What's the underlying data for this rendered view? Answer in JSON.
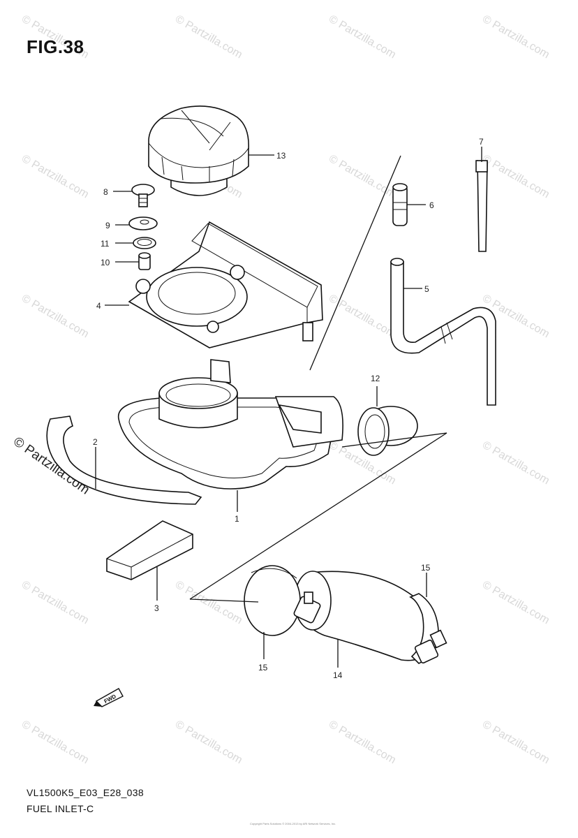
{
  "figure": {
    "title": "FIG.38",
    "model_code": "VL1500K5_E03_E28_038",
    "section_name": "FUEL INLET-C",
    "copyright_line": "Copyright Parts Solutions © 2004-2013 by ARI Network Services, Inc."
  },
  "watermark": {
    "text": "© Partzilla.com",
    "large_text": "© Partzilla.com"
  },
  "fwd_label": "FWD",
  "callouts": {
    "c1": "1",
    "c2": "2",
    "c3": "3",
    "c4": "4",
    "c5": "5",
    "c6": "6",
    "c7": "7",
    "c8": "8",
    "c9": "9",
    "c10": "10",
    "c11": "11",
    "c12": "12",
    "c13": "13",
    "c14": "14",
    "c15a": "15",
    "c15b": "15"
  }
}
